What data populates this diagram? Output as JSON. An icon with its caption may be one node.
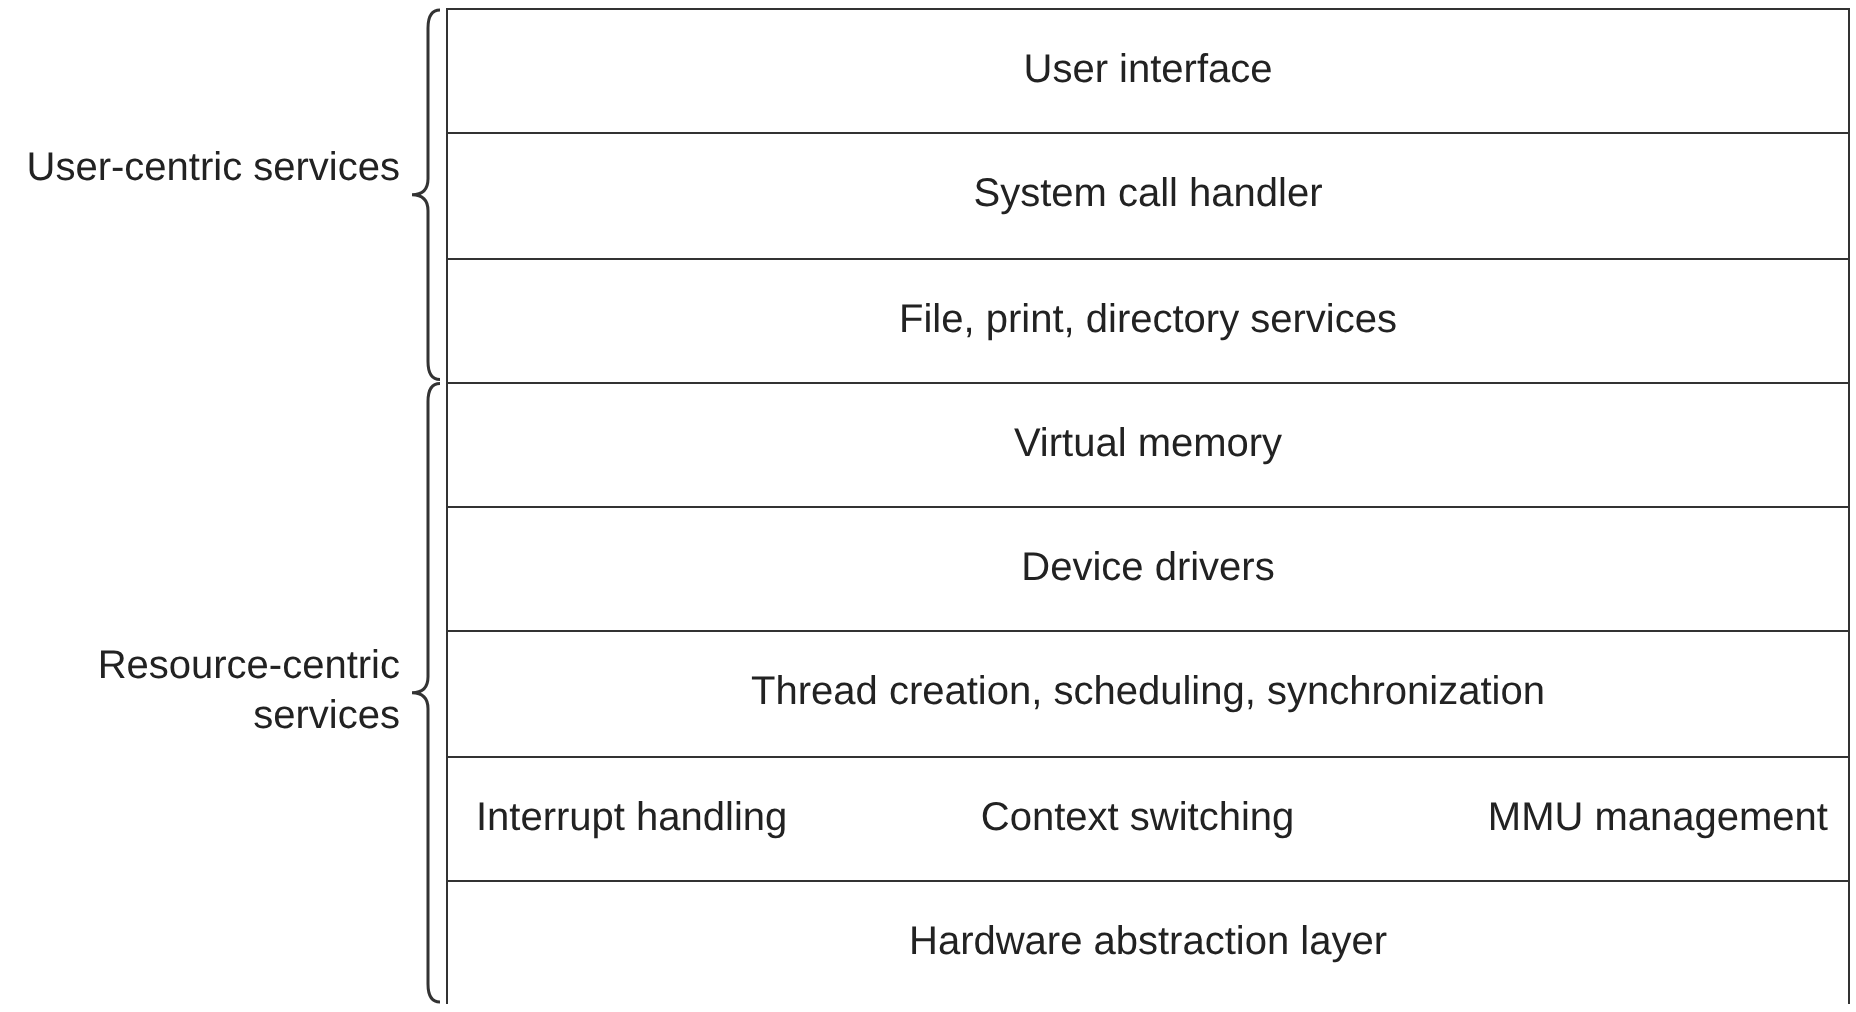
{
  "diagram": {
    "nodes": [
      {
        "text": [
          "User interface"
        ]
      },
      {
        "text": [
          "System call handler"
        ]
      },
      {
        "text": [
          "File, print, directory services"
        ]
      },
      {
        "text": [
          "Virtual memory"
        ]
      },
      {
        "text": [
          "Device drivers"
        ]
      },
      {
        "text": [
          "Thread creation, scheduling, synchronization"
        ]
      },
      {
        "text": [
          "Interrupt handling",
          "Context switching",
          "MMU management"
        ]
      },
      {
        "text": [
          "Hardware abstraction layer"
        ]
      }
    ],
    "labels": [
      "User-centric services",
      "Resource-centric services"
    ]
  }
}
